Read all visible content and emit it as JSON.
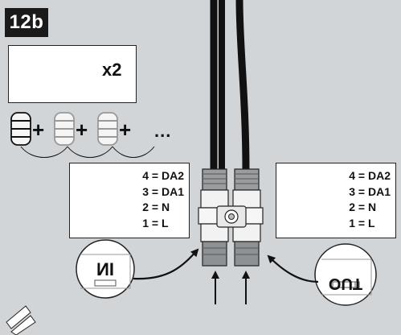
{
  "step_label": "12b",
  "cable_quantity": "x2",
  "ellipsis": "...",
  "plus_sign": "+",
  "connector_in_label": "IN",
  "connector_out_label": "OUT",
  "left_pin_table": [
    "4 = DA2",
    "3 = DA1",
    "2 = N",
    "1 = L"
  ],
  "right_pin_table": [
    "4 = DA2",
    "3 = DA1",
    "2 = N",
    "1 = L"
  ]
}
